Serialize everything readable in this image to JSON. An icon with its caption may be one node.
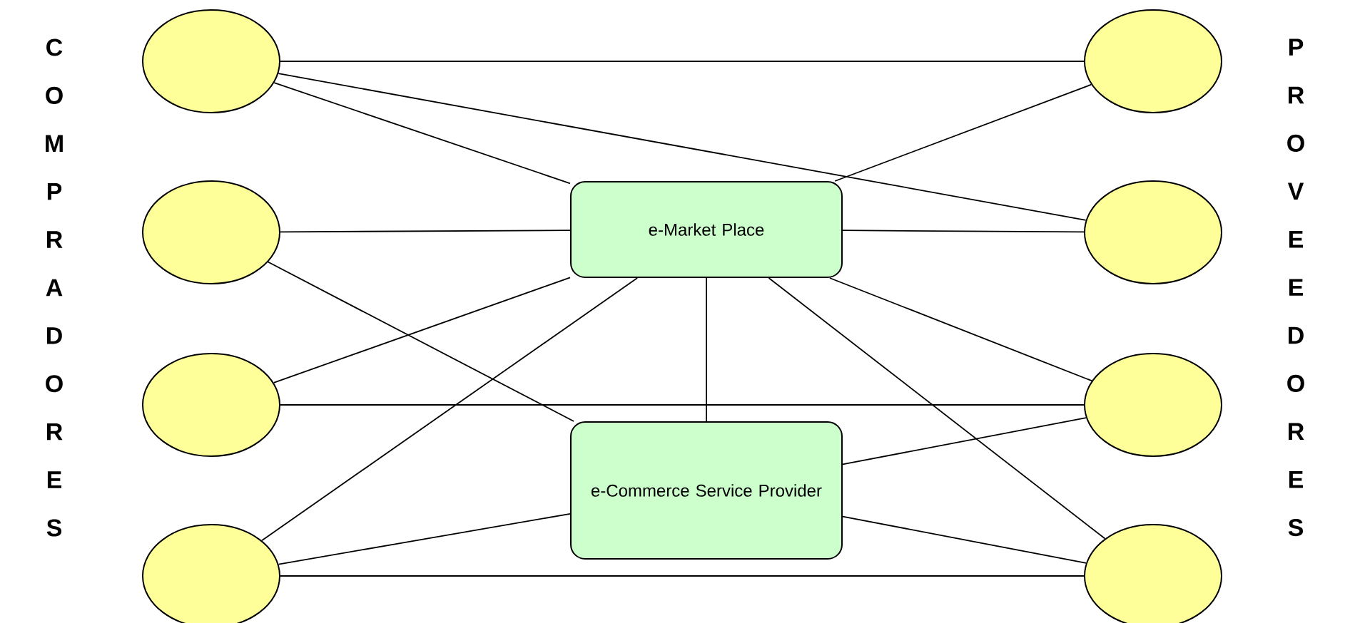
{
  "diagram": {
    "nodes": [
      {
        "text": [],
        "shape": "ellipse"
      },
      {
        "text": [],
        "shape": "ellipse"
      },
      {
        "text": [],
        "shape": "ellipse"
      },
      {
        "text": [],
        "shape": "ellipse"
      },
      {
        "text": [
          "e-Market Place"
        ]
      },
      {
        "text": [
          "e-Commerce Service Provider"
        ]
      },
      {
        "text": [],
        "shape": "ellipse"
      },
      {
        "text": [],
        "shape": "ellipse"
      },
      {
        "text": [],
        "shape": "ellipse"
      },
      {
        "text": [],
        "shape": "ellipse"
      }
    ],
    "edges": [
      {
        "from": 0,
        "to": 6,
        "arrow": "none"
      },
      {
        "from": 0,
        "to": 7,
        "arrow": "none"
      },
      {
        "from": 0,
        "to": 4,
        "arrow": "none"
      },
      {
        "from": 4,
        "to": 6,
        "arrow": "none"
      },
      {
        "from": 1,
        "to": 4,
        "arrow": "none"
      },
      {
        "from": 4,
        "to": 7,
        "arrow": "none"
      },
      {
        "from": 1,
        "to": 5,
        "arrow": "none"
      },
      {
        "from": 2,
        "to": 4,
        "arrow": "none"
      },
      {
        "from": 2,
        "to": 8,
        "arrow": "none"
      },
      {
        "from": 4,
        "to": 8,
        "arrow": "none"
      },
      {
        "from": 4,
        "to": 5,
        "arrow": "none"
      },
      {
        "from": 3,
        "to": 4,
        "arrow": "none"
      },
      {
        "from": 4,
        "to": 9,
        "arrow": "none"
      },
      {
        "from": 3,
        "to": 5,
        "arrow": "none"
      },
      {
        "from": 3,
        "to": 9,
        "arrow": "none"
      },
      {
        "from": 5,
        "to": 8,
        "arrow": "none"
      },
      {
        "from": 5,
        "to": 9,
        "arrow": "none"
      }
    ],
    "labels": [
      "COMPRADORES",
      "PROVEEDORES"
    ]
  }
}
